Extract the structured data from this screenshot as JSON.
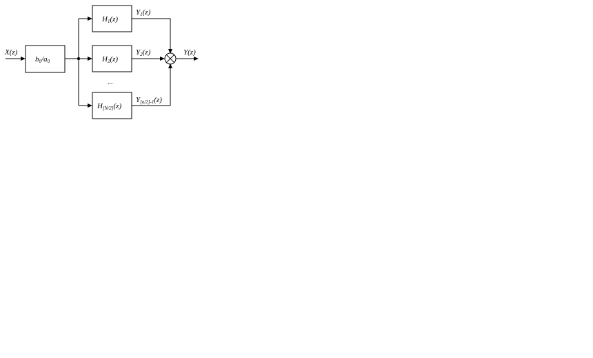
{
  "input": {
    "base": "X",
    "arg": "(z)"
  },
  "gain": {
    "b": "b",
    "b_sub": "0",
    "sep": "/",
    "a": "a",
    "a_sub": "0"
  },
  "filters": [
    {
      "base": "H",
      "sub": "1",
      "arg": "(z)"
    },
    {
      "base": "H",
      "sub": "2",
      "arg": "(z)"
    },
    {
      "base": "H",
      "sub": "[N/2]",
      "arg": "(z)"
    }
  ],
  "ellipsis": "...",
  "outputs": [
    {
      "base": "Y",
      "sub": "1",
      "arg": "(z)"
    },
    {
      "base": "Y",
      "sub": "2",
      "arg": "(z)"
    },
    {
      "base": "Y",
      "sub": "[n/2]-1",
      "arg": "(z)"
    }
  ],
  "final_output": {
    "base": "Y",
    "arg": "(z)"
  }
}
